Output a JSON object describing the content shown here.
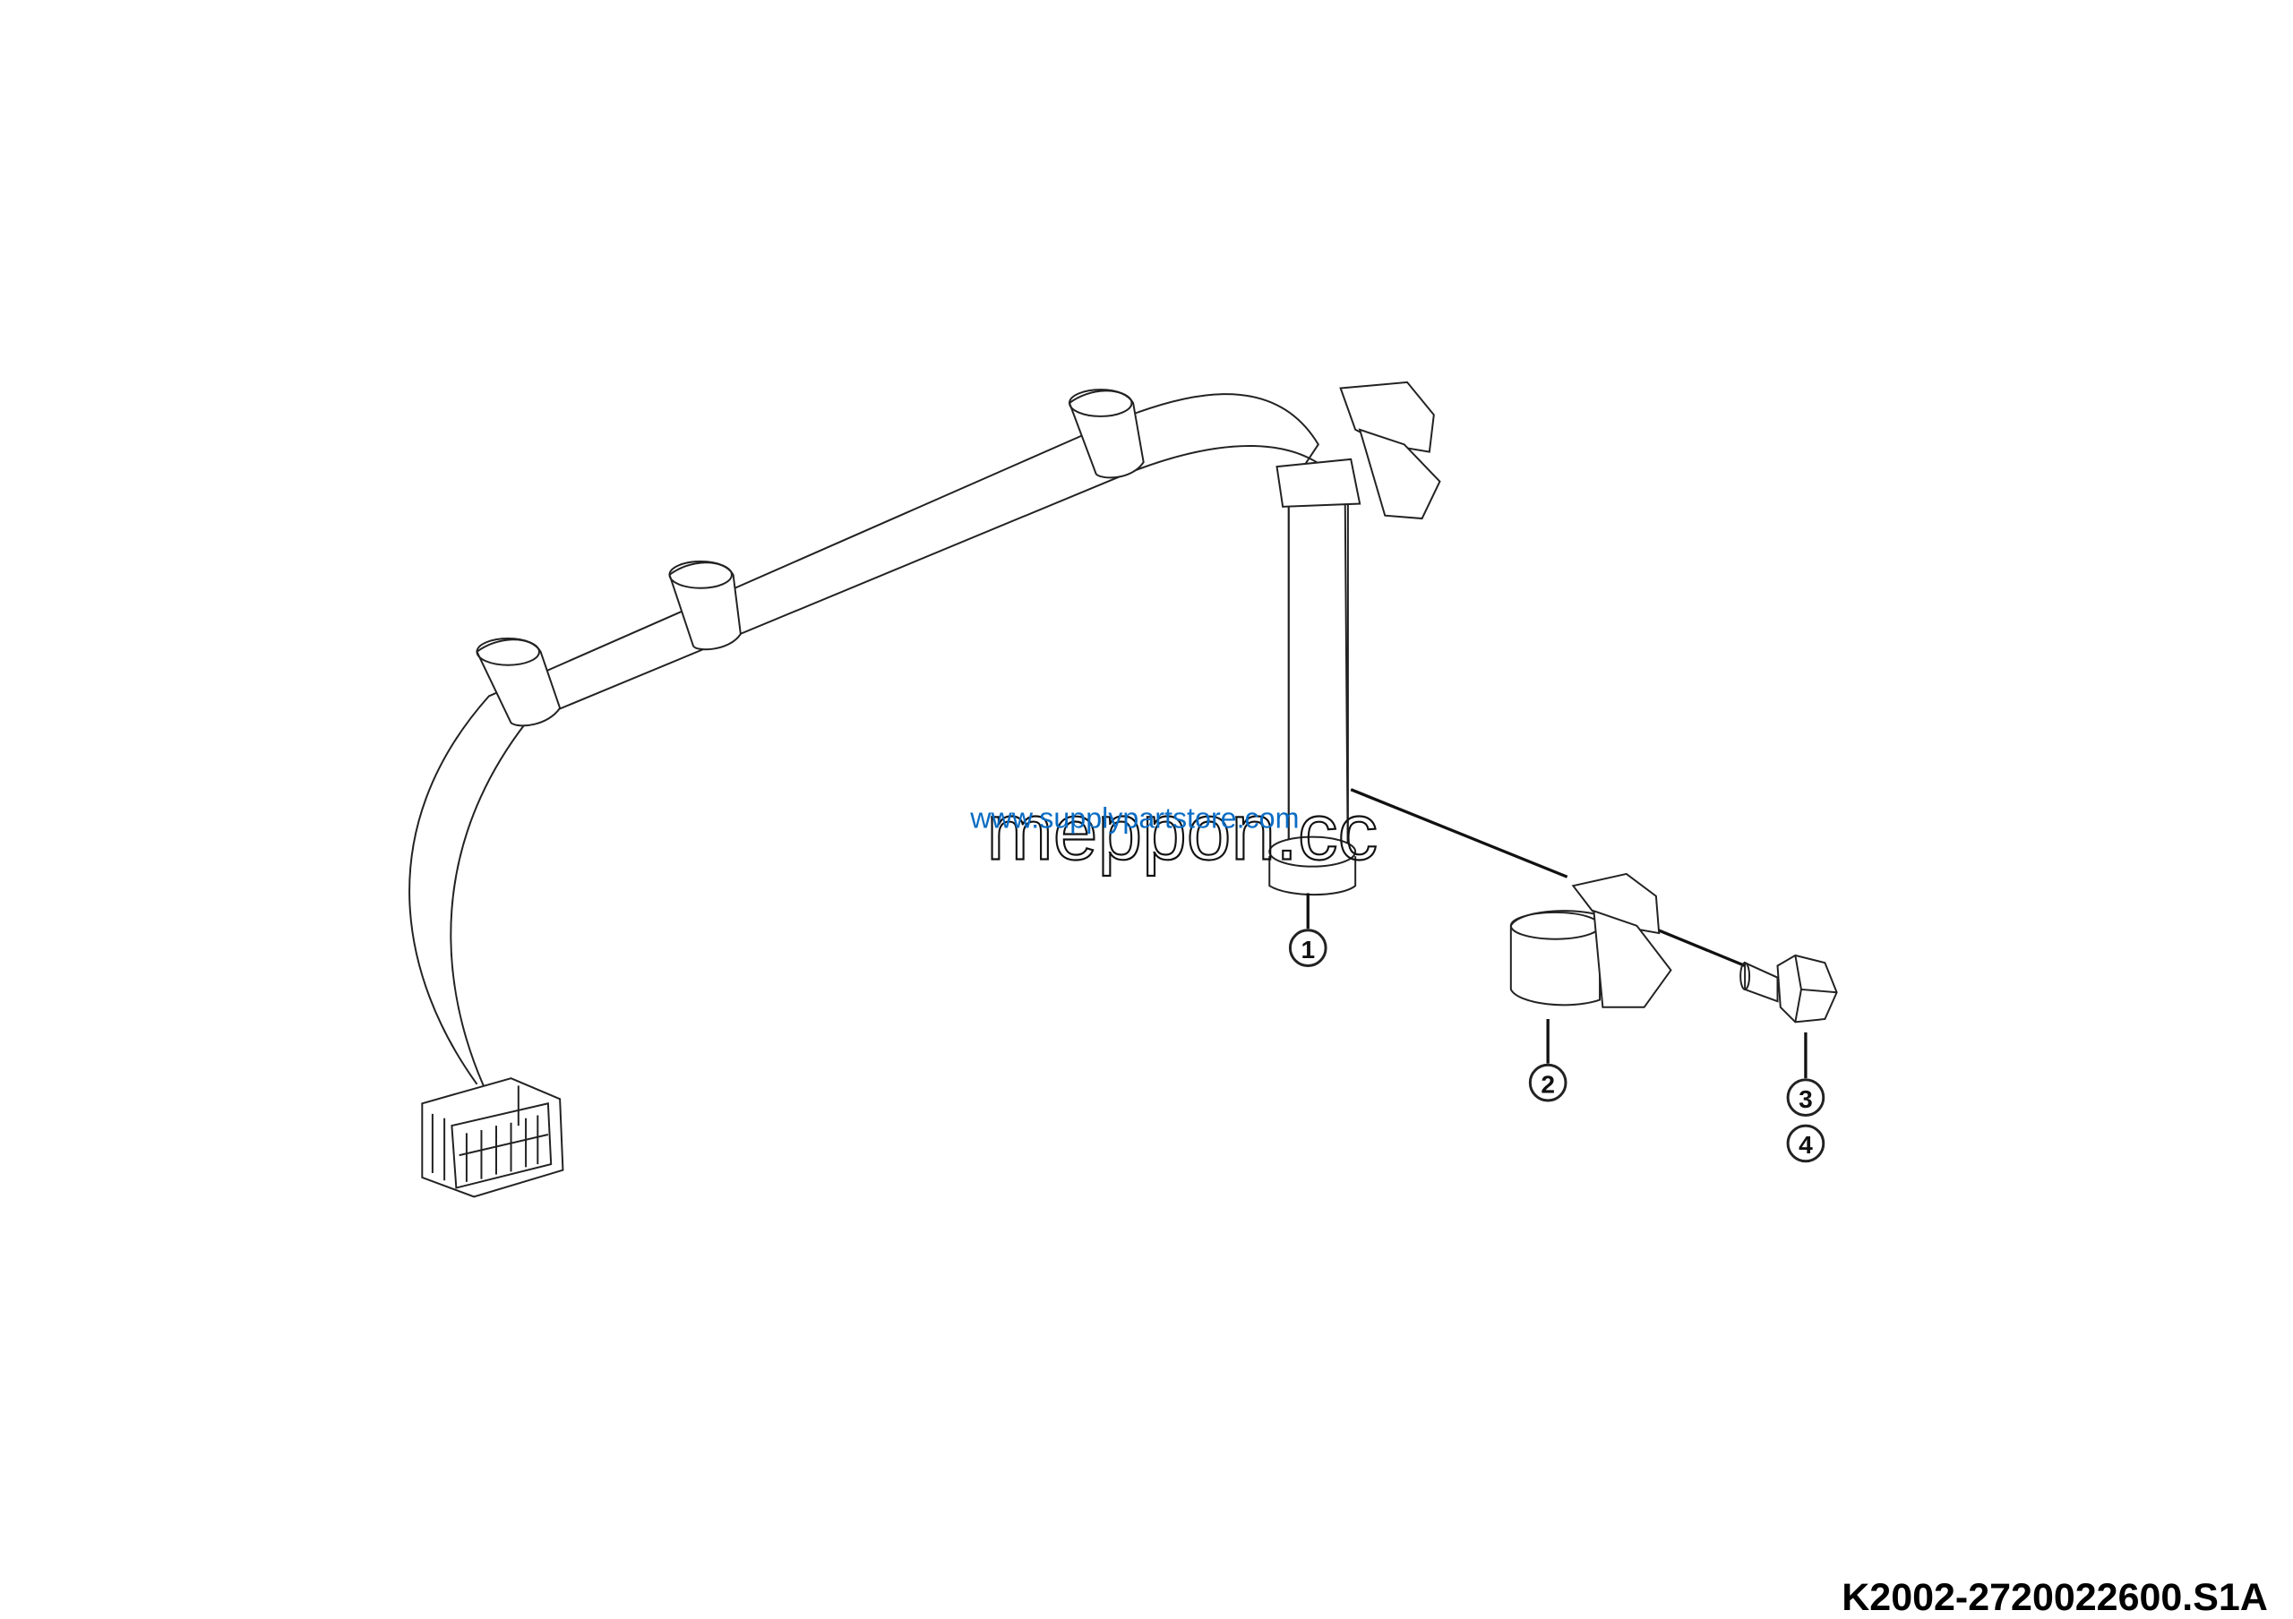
{
  "diagram": {
    "drawing_code": "K2002-2720022600.S1A",
    "callouts": [
      "1",
      "2",
      "3",
      "4"
    ],
    "watermarks": {
      "primary": "meppon.cc",
      "secondary": "www.supplypartstore.com",
      "secondary_color": "#0a6cc4"
    }
  }
}
